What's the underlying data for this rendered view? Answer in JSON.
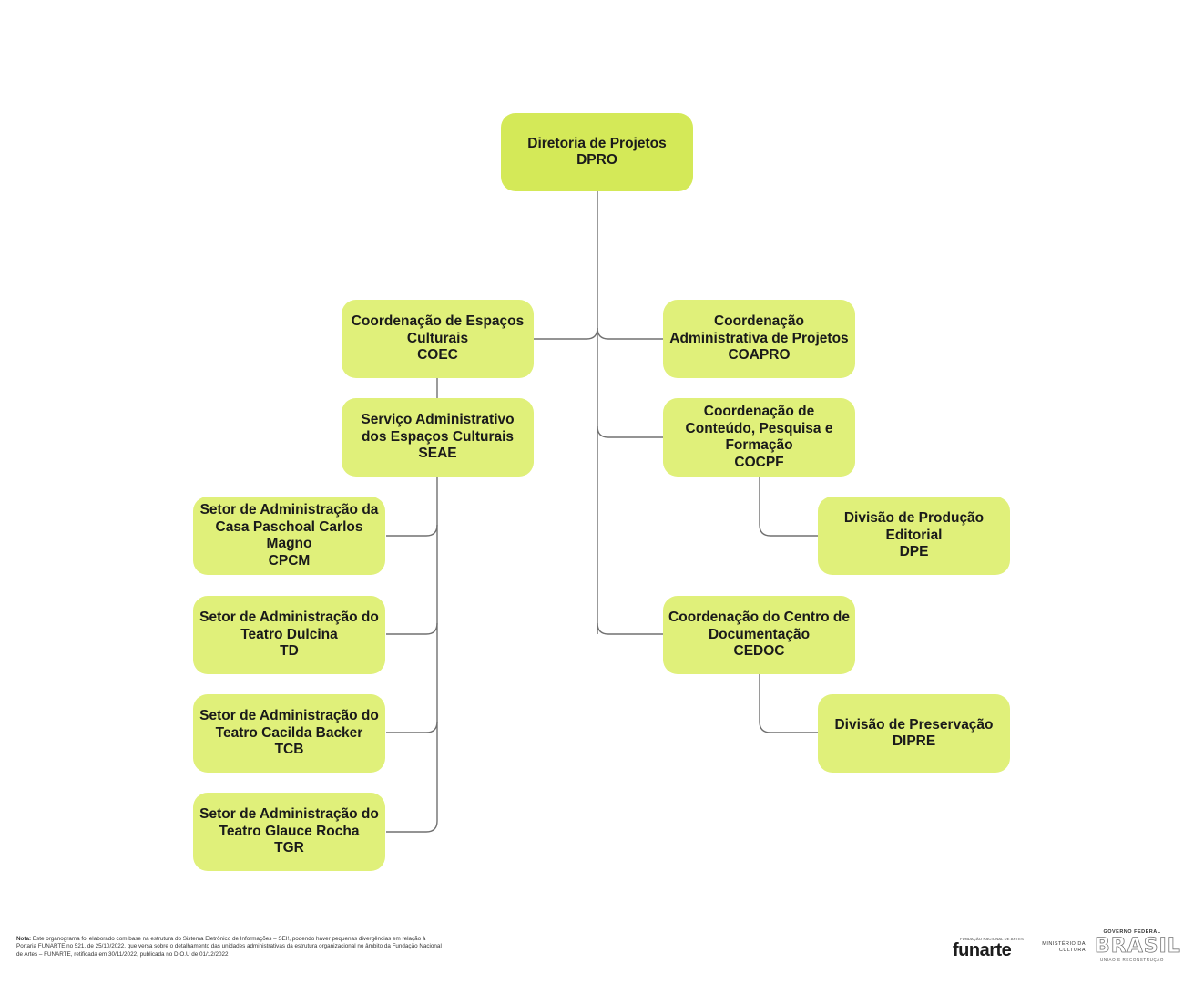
{
  "nodes": {
    "dpro": {
      "lines": [
        "Diretoria de Projetos",
        "DPRO"
      ]
    },
    "coec": {
      "lines": [
        "Coordenação de Espaços",
        "Culturais",
        "COEC"
      ]
    },
    "seae": {
      "lines": [
        "Serviço Administrativo",
        "dos Espaços Culturais",
        "SEAE"
      ]
    },
    "cpcm": {
      "lines": [
        "Setor de Administração da",
        "Casa Paschoal Carlos",
        "Magno",
        "CPCM"
      ]
    },
    "td": {
      "lines": [
        "Setor de Administração do",
        "Teatro Dulcina",
        "TD"
      ]
    },
    "tcb": {
      "lines": [
        "Setor de Administração do",
        "Teatro Cacilda Backer",
        "TCB"
      ]
    },
    "tgr": {
      "lines": [
        "Setor de Administração do",
        "Teatro Glauce Rocha",
        "TGR"
      ]
    },
    "coapro": {
      "lines": [
        "Coordenação",
        "Administrativa de Projetos",
        "COAPRO"
      ]
    },
    "cocpf": {
      "lines": [
        "Coordenação de",
        "Conteúdo, Pesquisa e",
        "Formação",
        "COCPF"
      ]
    },
    "dpe": {
      "lines": [
        "Divisão de Produção",
        "Editorial",
        "DPE"
      ]
    },
    "cedoc": {
      "lines": [
        "Coordenação do Centro de",
        "Documentação",
        "CEDOC"
      ]
    },
    "dipre": {
      "lines": [
        "Divisão de Preservação",
        "DIPRE"
      ]
    }
  },
  "colors": {
    "root_fill": "#d4e958",
    "node_fill": "#e0f07a",
    "line": "#707070"
  },
  "footer": {
    "note_label": "Nota:",
    "note_text": "Este organograma foi elaborado com base na estrutura do Sistema Eletrônico de Informações – SEI!, podendo haver pequenas divergências em relação à Portaria FUNARTE no 521, de 25/10/2022, que versa sobre o detalhamento das unidades administrativas da estrutura organizacional no âmbito da Fundação Nacional de Artes – FUNARTE, retificada em 30/11/2022, publicada no D.O.U de 01/12/2022",
    "logos": {
      "funarte_small": "FUNDAÇÃO NACIONAL DE ARTES",
      "funarte": "funarte",
      "minc_line1": "MINISTÉRIO DA",
      "minc_line2": "CULTURA",
      "gov_top": "GOVERNO FEDERAL",
      "gov_brasil": "BRASIL",
      "gov_bottom": "UNIÃO E RECONSTRUÇÃO"
    }
  }
}
